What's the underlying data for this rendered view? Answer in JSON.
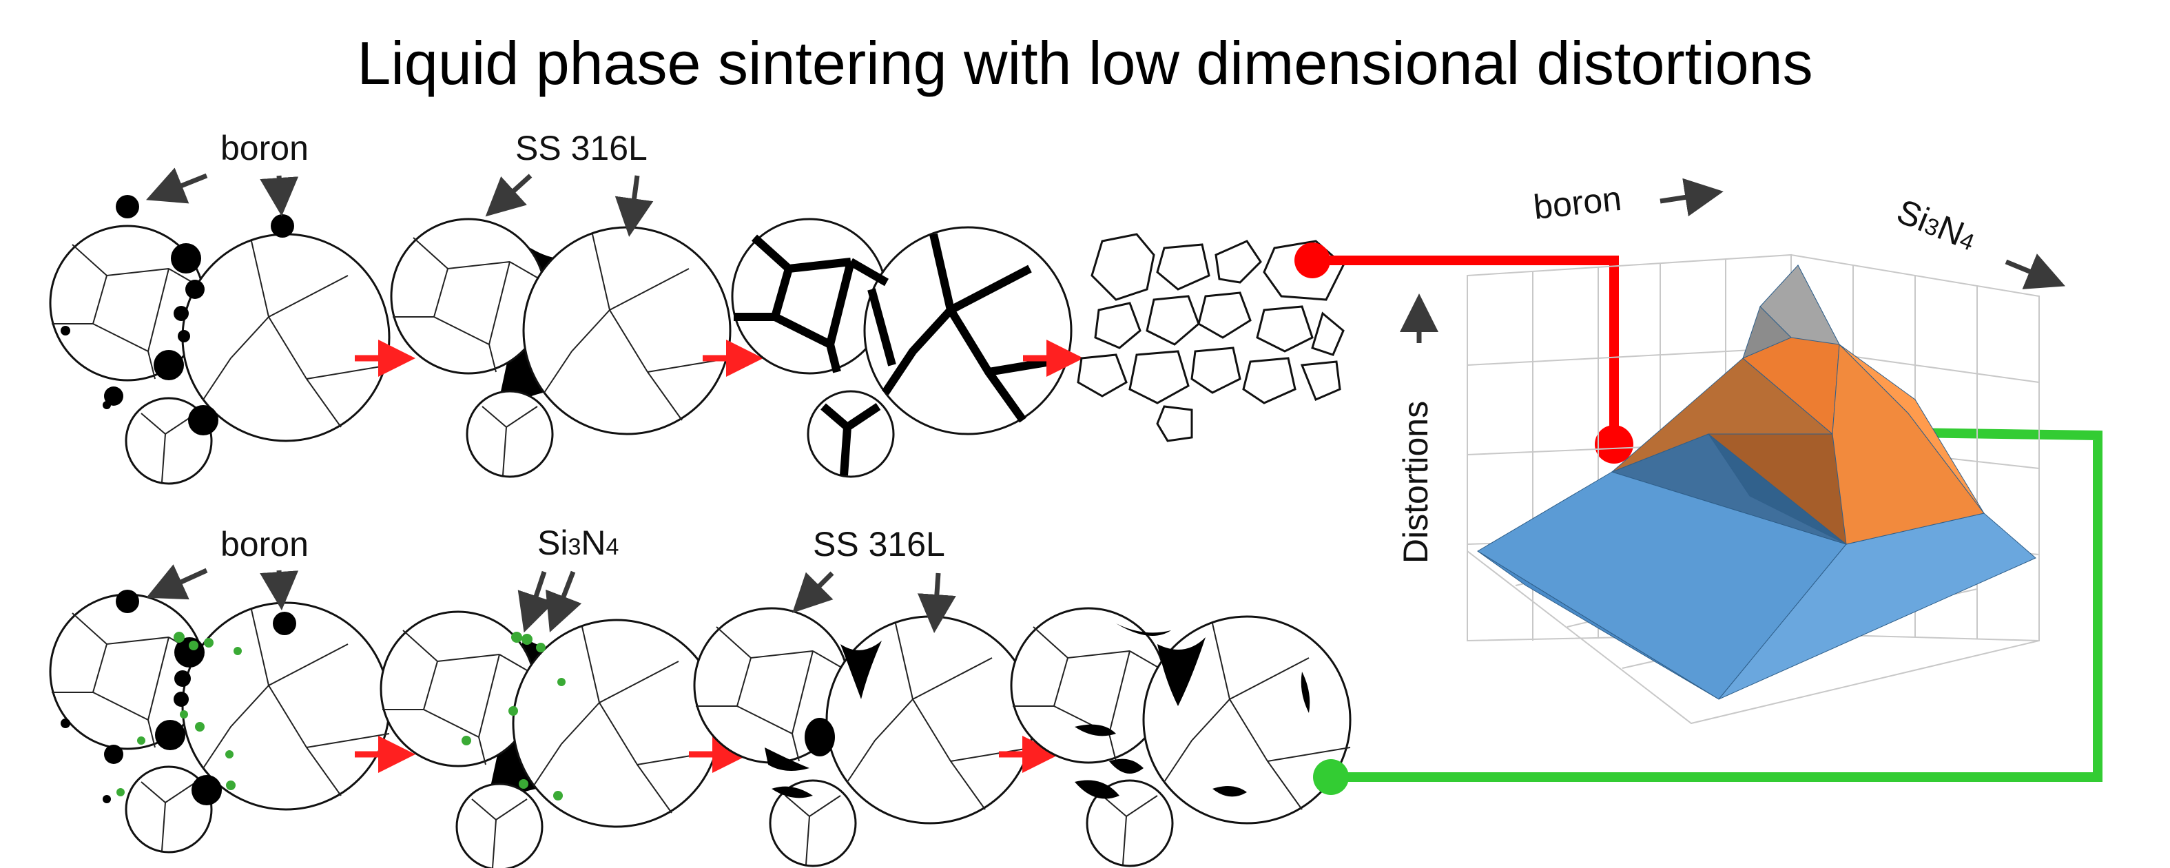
{
  "title": "Liquid phase sintering with low dimensional distortions",
  "top_row": {
    "boron_label": "boron",
    "ss_label": "SS 316L"
  },
  "bottom_row": {
    "boron_label": "boron",
    "si3n4_label": {
      "base": "Si",
      "sub1": "3",
      "mid": "N",
      "sub2": "4"
    },
    "ss_label": "SS 316L"
  },
  "plot": {
    "axis_boron": "boron",
    "axis_si3n4": {
      "base": "Si",
      "sub1": "3",
      "mid": "N",
      "sub2": "4"
    },
    "axis_distortions": "Distortions",
    "colors": {
      "low": "#5b9bd5",
      "high": "#ed7d31",
      "peak": "#a5a5a5"
    }
  },
  "connectors": {
    "top_color": "#ff0000",
    "bottom_color": "#33cc33"
  },
  "colors": {
    "arrow": "#ff2020",
    "additive_green": "#3aaa35"
  }
}
